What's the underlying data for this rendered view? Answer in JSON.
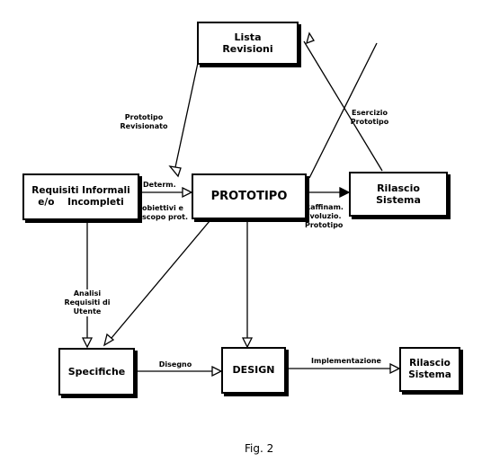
{
  "boxes": {
    "lista_revisioni": [
      "Lista",
      "Revisioni"
    ],
    "requisiti": [
      "Requisiti Informali",
      "e/o    Incompleti"
    ],
    "prototipo": "PROTOTIPO",
    "rilascio_top": [
      "Rilascio",
      "Sistema"
    ],
    "specifiche": "Specifiche",
    "design": "DESIGN",
    "rilascio_bottom": [
      "Rilascio",
      "Sistema"
    ]
  },
  "labels": {
    "prototipo_revisionato": [
      "Prototipo",
      "Revisionato"
    ],
    "esercizio_prototipo": [
      "Esercizio",
      "Prototipo"
    ],
    "determ": "Determ.",
    "obiettivi": [
      "obiettivi e",
      "scopo prot."
    ],
    "raffinam": [
      "Raffinam.",
      "Evoluzio.",
      "Prototipo"
    ],
    "analisi": [
      "Analisi",
      "Requisiti di",
      "Utente"
    ],
    "disegno": "Disegno",
    "implementazione": "Implementazione"
  },
  "caption": "Fig. 2"
}
